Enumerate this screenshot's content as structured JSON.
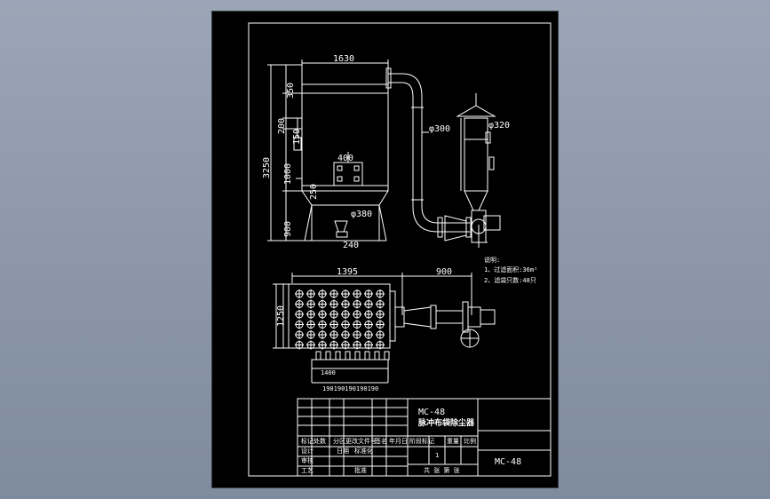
{
  "drawing": {
    "dims": {
      "top_width": "1630",
      "h_350": "350",
      "h_3250": "3250",
      "h_200": "200",
      "h_150": "150",
      "h_1000": "1000",
      "h_900": "900",
      "w_400": "400",
      "h_250": "250",
      "d_300_pipe": "φ300",
      "d_320": "φ320",
      "d_380": "φ380",
      "w_240": "240",
      "plan_1395": "1395",
      "plan_900": "900",
      "plan_1250": "1250",
      "plan_1400": "1400",
      "bottom_190": "190190190190190"
    },
    "notes": {
      "heading": "说明:",
      "line1": "1、过滤面积:36m²",
      "line2": "2、滤袋只数:48只"
    },
    "title_block": {
      "model": "MC-48",
      "name": "脉冲布袋除尘器",
      "drawing_no": "MC-48",
      "row_labels": [
        "标记",
        "设计",
        "审核",
        "工艺"
      ],
      "header_cells": [
        "处数",
        "分区",
        "更改文件号",
        "签名",
        "年月日"
      ],
      "sub_cells": [
        "日期",
        "标准化"
      ],
      "stage_labels": [
        "阶段标记",
        "重量",
        "比例"
      ],
      "approve": "批准",
      "sheet_label": "共 张 第 张",
      "sheet_count": "1"
    }
  }
}
